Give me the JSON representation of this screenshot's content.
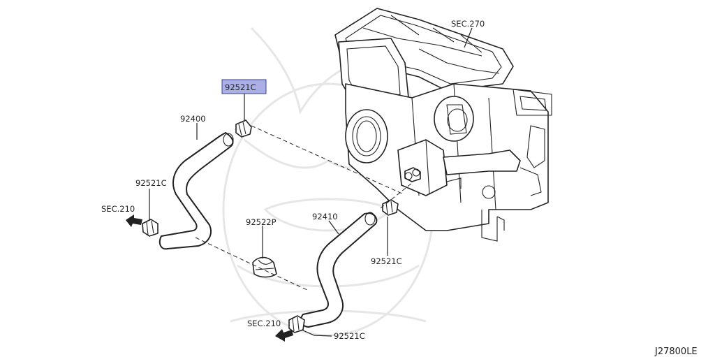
{
  "labels": {
    "sec_270": "SEC.270",
    "highlight_clamp": "92521C",
    "hose_upper": "92400",
    "clamp_left": "92521C",
    "sec_210_upper": "SEC.210",
    "clip": "92522P",
    "hose_lower": "92410",
    "clamp_right": "92521C",
    "sec_210_lower": "SEC.210",
    "clamp_bottom": "92521C"
  },
  "diagram_code": "J27800LE",
  "colors": {
    "highlight_fill": "#aab0e6",
    "highlight_border": "#3a3f8c",
    "line": "#222222",
    "watermark": "#d6d6d6"
  },
  "icons": [
    "left-arrow-icon"
  ]
}
